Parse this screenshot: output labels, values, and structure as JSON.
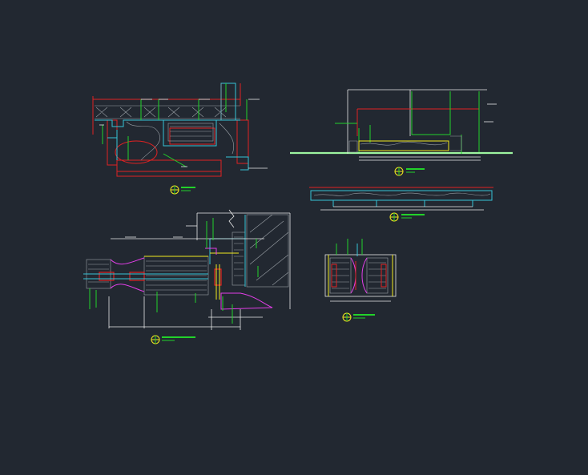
{
  "canvas": {
    "background": "#222831"
  },
  "colors": {
    "white": "#e8e8e8",
    "cyan": "#36c3d6",
    "green": "#22d22a",
    "red": "#e02222",
    "yellow": "#f2ea1e",
    "magenta": "#e23ee8",
    "grey": "#9aa0a6",
    "lightgreen": "#9df5a0"
  },
  "symbols": [
    {
      "name": "detail-1",
      "icon": "section-marker-icon"
    },
    {
      "name": "detail-2",
      "icon": "section-marker-icon"
    },
    {
      "name": "detail-3",
      "icon": "section-marker-icon"
    },
    {
      "name": "detail-4",
      "icon": "section-marker-icon"
    },
    {
      "name": "detail-5",
      "icon": "section-marker-icon"
    }
  ]
}
